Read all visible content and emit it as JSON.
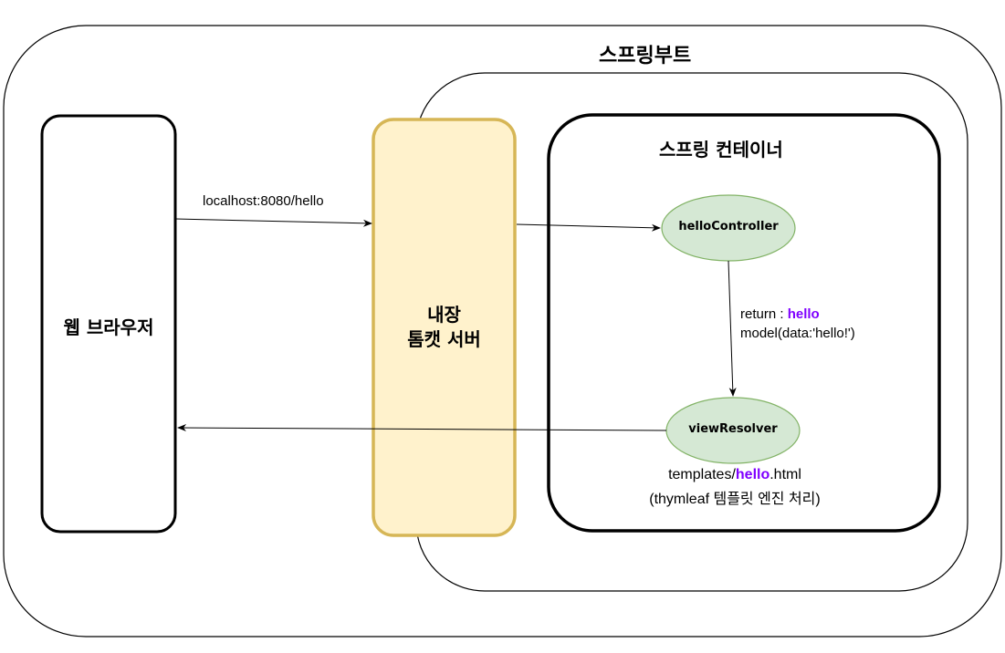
{
  "diagram": {
    "spring_boot_title": "스프링부트",
    "web_browser_label": "웹 브라우저",
    "tomcat_line1": "내장",
    "tomcat_line2": "톰캣 서버",
    "spring_container_title": "스프링 컨테이너",
    "hello_controller_label": "helloController",
    "view_resolver_label": "viewResolver",
    "request_url": "localhost:8080/hello",
    "return_prefix": "return : ",
    "return_value": "hello",
    "model_text": "model(data:'hello!')",
    "templates_prefix": "templates/",
    "templates_name": "hello",
    "templates_suffix": ".html",
    "engine_note": "(thymleaf 템플릿 엔진 처리)"
  },
  "colors": {
    "tomcat_fill": "#fff2cc",
    "tomcat_stroke": "#d6b656",
    "ellipse_fill": "#d5e8d4",
    "ellipse_stroke": "#82b366",
    "highlight": "#7f00ff"
  }
}
